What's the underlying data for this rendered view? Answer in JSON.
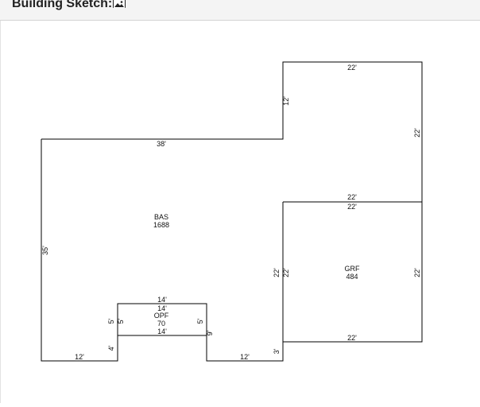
{
  "header": {
    "title": "Building Sketch:",
    "icon": "picture-icon"
  },
  "sketch": {
    "areas": [
      {
        "code": "BAS",
        "size": "1688"
      },
      {
        "code": "GRF",
        "size": "484"
      },
      {
        "code": "OPF",
        "size": "70"
      }
    ],
    "dimensions": {
      "top_22": "22'",
      "left_12": "12'",
      "right_22": "22'",
      "top_38": "38'",
      "grf_top_outer": "22'",
      "grf_top_inner": "22'",
      "grf_left_outer": "22'",
      "grf_left_inner": "22'",
      "grf_right": "22'",
      "grf_bottom": "22'",
      "left_35": "35'",
      "opf_top_outer": "14'",
      "opf_top_inner": "14'",
      "opf_bottom": "14'",
      "opf_left_outer": "5'",
      "opf_left_inner": "5'",
      "opf_right": "5'",
      "left_4": "4'",
      "right_9": "9'",
      "bottom_left_12": "12'",
      "bottom_right_12": "12'",
      "bottom_3": "3'"
    }
  }
}
